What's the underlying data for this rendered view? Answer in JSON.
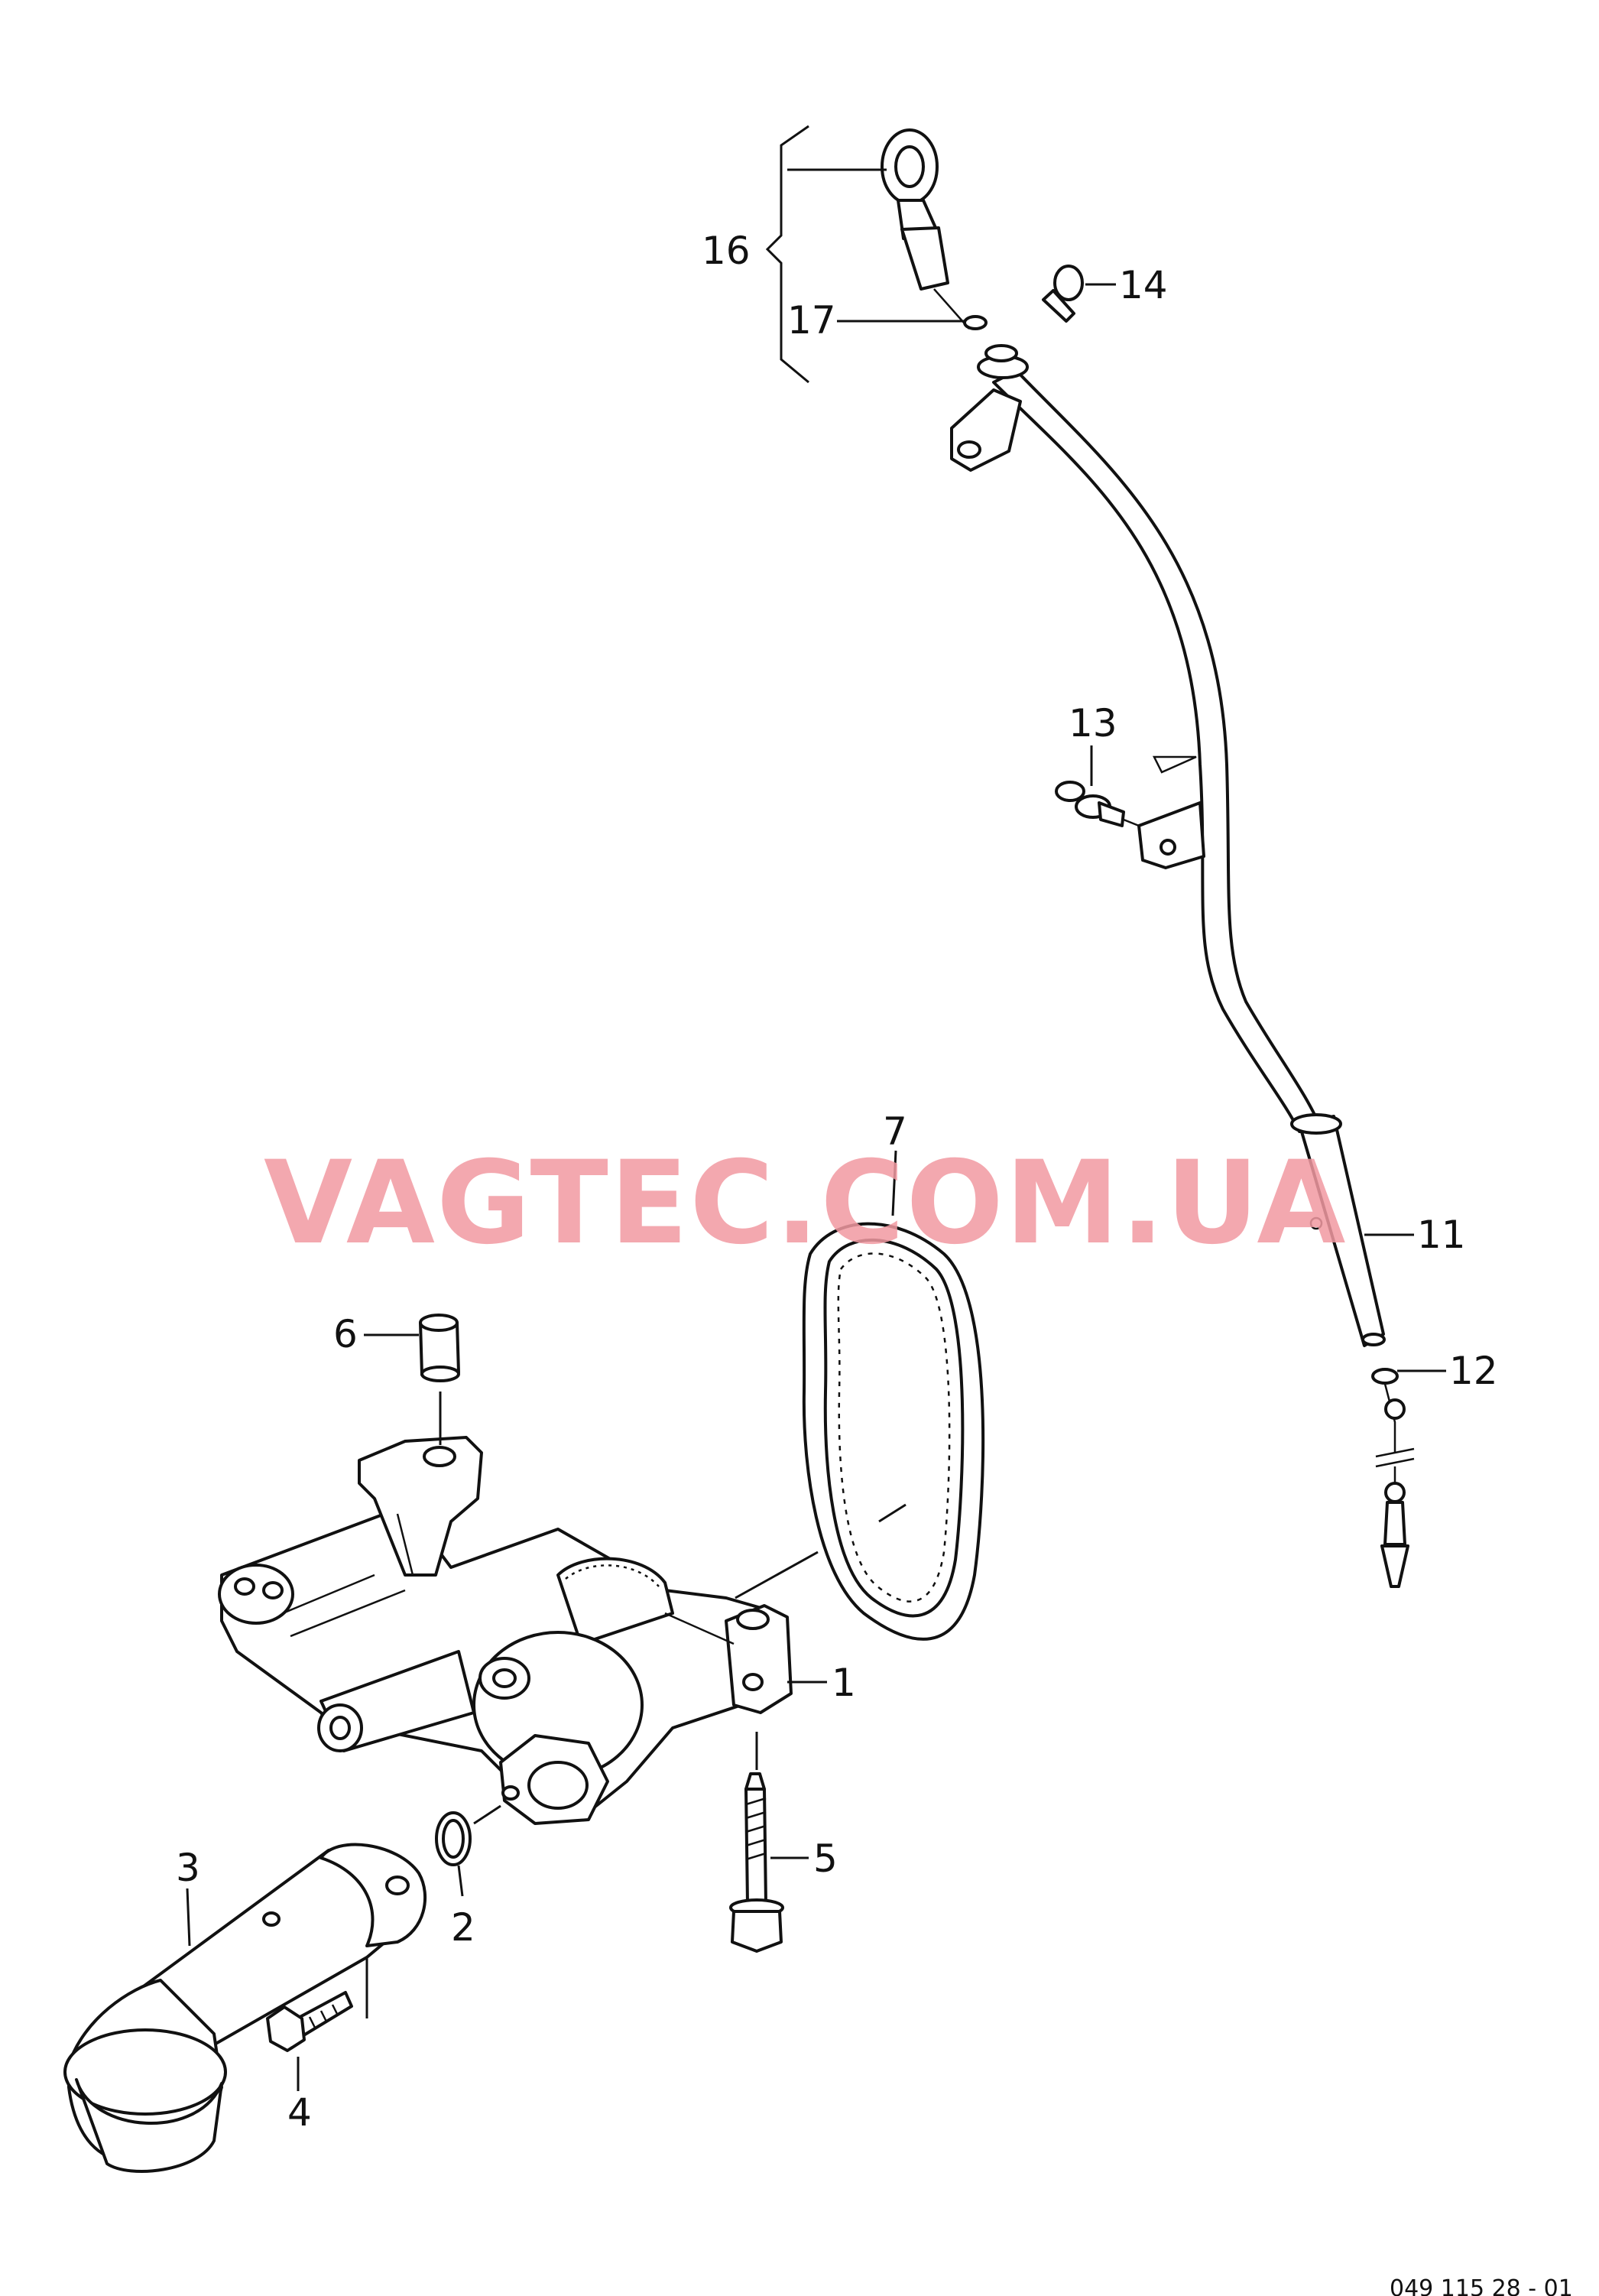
{
  "watermark": "VAGTEC.COM.UA",
  "drawing_code": "049 115 28 - 01",
  "callouts": {
    "c1": "1",
    "c2": "2",
    "c3": "3",
    "c4": "4",
    "c5": "5",
    "c6": "6",
    "c7": "7",
    "c11": "11",
    "c12": "12",
    "c13": "13",
    "c14": "14",
    "c16": "16",
    "c17": "17"
  }
}
